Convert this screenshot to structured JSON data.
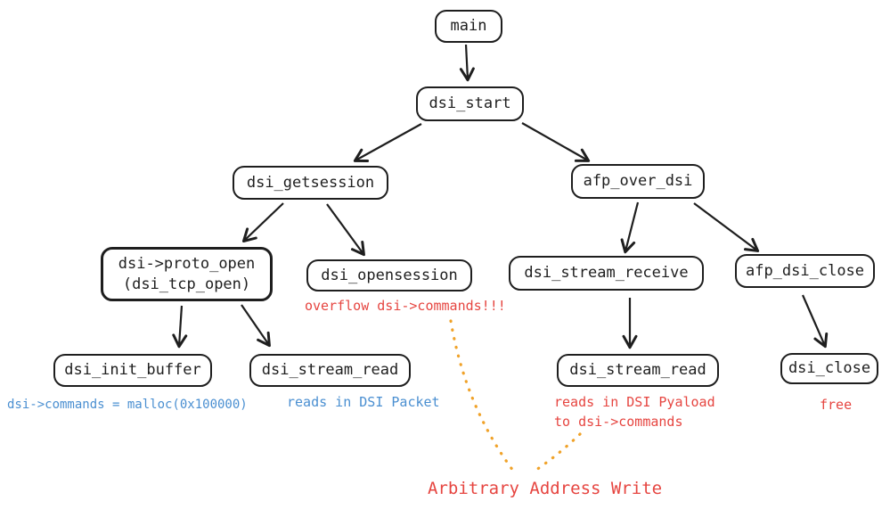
{
  "colors": {
    "ink": "#1e1e1e",
    "red": "#e64540",
    "blue": "#4a8fd1",
    "orange": "#f0a229",
    "background": "#ffffff"
  },
  "nodes": {
    "main": {
      "label": "main"
    },
    "dsi_start": {
      "label": "dsi_start"
    },
    "dsi_getsession": {
      "label": "dsi_getsession"
    },
    "afp_over_dsi": {
      "label": "afp_over_dsi"
    },
    "proto_open": {
      "line1": "dsi->proto_open",
      "line2": "(dsi_tcp_open)"
    },
    "dsi_opensession": {
      "label": "dsi_opensession"
    },
    "dsi_stream_receive": {
      "label": "dsi_stream_receive"
    },
    "afp_dsi_close": {
      "label": "afp_dsi_close"
    },
    "dsi_init_buffer": {
      "label": "dsi_init_buffer"
    },
    "dsi_stream_read_left": {
      "label": "dsi_stream_read"
    },
    "dsi_stream_read_right": {
      "label": "dsi_stream_read"
    },
    "dsi_close": {
      "label": "dsi_close"
    }
  },
  "annotations": {
    "overflow": "overflow dsi->commands!!!",
    "malloc": "dsi->commands = malloc(0x100000)",
    "reads_packet": "reads in DSI Packet",
    "reads_payload_line1": "reads in DSI Pyaload",
    "reads_payload_line2": "to dsi->commands",
    "free": "free",
    "arbitrary_write": "Arbitrary Address Write"
  }
}
